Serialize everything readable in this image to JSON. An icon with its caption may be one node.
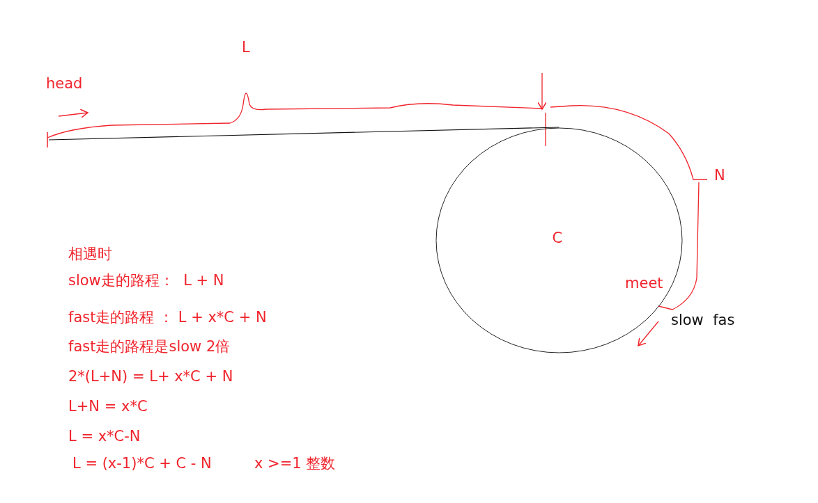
{
  "diagram": {
    "nodes": [
      {
        "text": [],
        "shape": "bar"
      },
      {
        "text": [
          "C"
        ]
      }
    ],
    "edges": [
      {
        "from": 0,
        "to": 1,
        "arrow": "none"
      }
    ],
    "labels": [
      "head",
      "L",
      "N",
      "meet",
      "slow  fas",
      "相遇时",
      "slow走的路程：  L + N",
      "fast走的路程 ： L + x*C + N",
      "fast走的路程是slow 2倍",
      "2*(L+N) = L+ x*C + N",
      "L+N = x*C",
      "L = x*C-N",
      "L = (x-1)*C + C - N",
      "x >=1 整数"
    ]
  }
}
